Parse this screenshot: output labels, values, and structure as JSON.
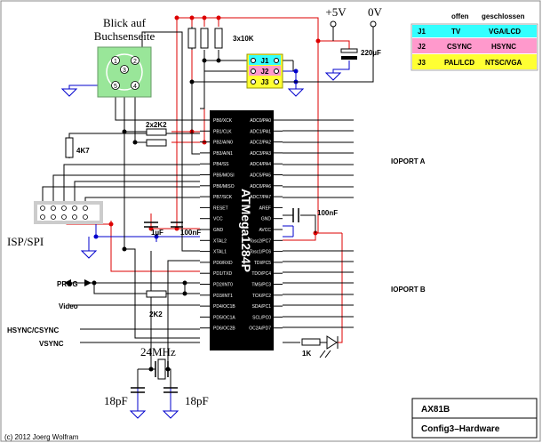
{
  "din_label_line1": "Blick auf",
  "din_label_line2": "Buchsenseite",
  "din_pins": [
    "1",
    "2",
    "3",
    "4",
    "5"
  ],
  "supply_5v": "+5V",
  "supply_0v": "0V",
  "r_pullups": "3x10K",
  "cap_220": "220µF",
  "r_2x2k2": "2x2K2",
  "r_4k7": "4K7",
  "r_2k2": "2K2",
  "r_1k": "1K",
  "cap_1uf": "1µF",
  "cap_100nf_a": "100nF",
  "cap_100nf_b": "100nF",
  "crystal": "24MHz",
  "cap_18pf_left": "18pF",
  "cap_18pf_right": "18pF",
  "isp_label": "ISP/SPI",
  "chip_name": "ATMega1284P",
  "port_a": "IOPORT A",
  "port_b": "IOPORT B",
  "signals": {
    "prog": "PROG",
    "video": "Video",
    "hsync": "HSYNC/CSYNC",
    "vsync": "VSYNC"
  },
  "jumpers": {
    "j1": "J1",
    "j2": "J2",
    "j3": "J3"
  },
  "jumper_table": {
    "headers": [
      "",
      "offen",
      "geschlossen"
    ],
    "rows": [
      {
        "id": "J1",
        "offen": "TV",
        "geschlossen": "VGA/LCD",
        "color": "#33ffff"
      },
      {
        "id": "J2",
        "offen": "CSYNC",
        "geschlossen": "HSYNC",
        "color": "#ff99cc"
      },
      {
        "id": "J3",
        "offen": "PAL/LCD",
        "geschlossen": "NTSC/VGA",
        "color": "#ffff33"
      }
    ]
  },
  "left_pins": [
    "PB0/XCK",
    "PB1/CLK",
    "PB2/AIN0",
    "PB3/AIN1",
    "PB4/SS",
    "PB5/MOSI",
    "PB6/MISO",
    "PB7/SCK",
    "RESET",
    "VCC",
    "GND",
    "XTAL2",
    "XTAL1",
    "PD0/RXD",
    "PD1/TXD",
    "PD2/INT0",
    "PD3/INT1",
    "PD4/OC1B",
    "PD5/OC1A",
    "PD6/OC2B"
  ],
  "right_pins": [
    "ADC0/PA0",
    "ADC1/PA1",
    "ADC2/PA2",
    "ADC3/PA3",
    "ADC4/PA4",
    "ADC5/PA5",
    "ADC6/PA6",
    "ADC7/PA7",
    "AREF",
    "GND",
    "AVCC",
    "Tosc2/PC7",
    "Tosc1/PC6",
    "TDI/PC5",
    "TDO/PC4",
    "TMS/PC3",
    "TCK/PC2",
    "SDA/PC1",
    "SCL/PC0",
    "OC2A/PD7"
  ],
  "title_block": {
    "name": "AX81B",
    "subtitle": "Config3–Hardware"
  },
  "copyright": "(c) 2012 Joerg Wolfram",
  "colors": {
    "wire": "#000000",
    "power": "#dd0000",
    "ground": "#0000cc",
    "din": "#99e699",
    "chip": "#000000",
    "isp": "#cccccc"
  }
}
